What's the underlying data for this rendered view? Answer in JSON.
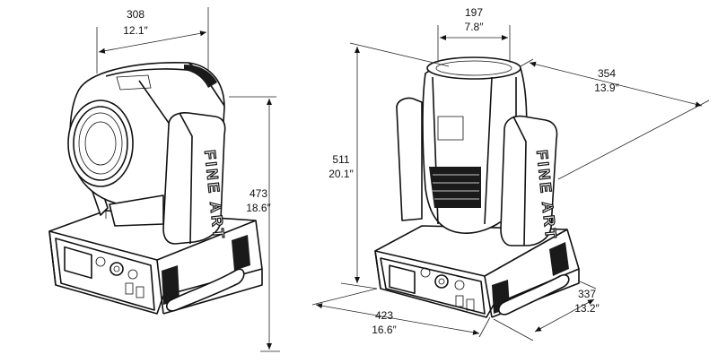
{
  "figure": {
    "brand_text": "FINE ART",
    "dimensions": [
      {
        "id": "front-width",
        "mm": "308",
        "inch": "12.1″"
      },
      {
        "id": "front-height",
        "mm": "473",
        "inch": "18.6″"
      },
      {
        "id": "head-width",
        "mm": "197",
        "inch": "7.8″"
      },
      {
        "id": "depth",
        "mm": "354",
        "inch": "13.9″"
      },
      {
        "id": "total-height",
        "mm": "511",
        "inch": "20.1″"
      },
      {
        "id": "base-width",
        "mm": "423",
        "inch": "16.6″"
      },
      {
        "id": "base-depth",
        "mm": "337",
        "inch": "13.2″"
      }
    ]
  }
}
